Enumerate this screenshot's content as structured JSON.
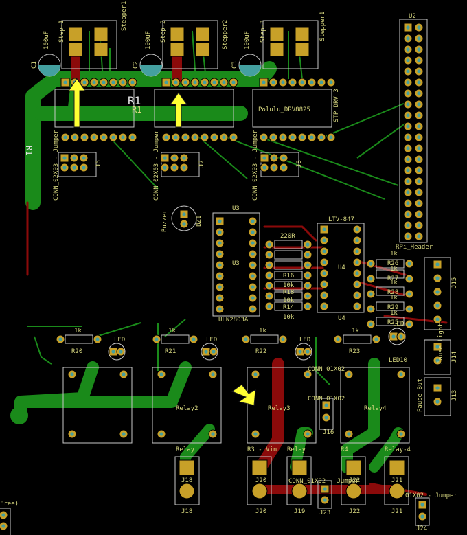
{
  "colors": {
    "background": "#000000",
    "trace_green": "#1a8a1a",
    "trace_red": "#8b0a0a",
    "silkscreen": "#d8d880",
    "outline": "#c8c8c8",
    "pad": "#c8a028",
    "via_hole": "#44a0a0",
    "arrow": "#ffff33"
  },
  "labels": {
    "c1": "C1",
    "c1_val": "100uF",
    "c2": "C2",
    "c2_val": "100uF",
    "c3": "C3",
    "c3_val": "100uF",
    "step1": "Step-1",
    "step2": "Step-2",
    "step3": "Step-3",
    "stepper1": "Stepper1",
    "stepper2": "Stepper2",
    "stepper3": "Stepper1",
    "r1_big": "R1",
    "r1_small": "R1",
    "r1_side": "R1",
    "polulu": "Polulu_DRV8825",
    "stp_drv3": "STP_DRV_3",
    "conn1": "CONN_02X03 - Jumper",
    "conn2": "CONN_02X03 - Jumper",
    "conn3": "CONN_02X03 - Jumper",
    "j6": "J6",
    "j7": "J7",
    "j8": "J8",
    "u2": "U2",
    "rpi": "RPi_Header",
    "buzzer": "Buzzer",
    "bz1": "BZ1",
    "u3_top": "U3",
    "u3_mid": "U3",
    "uln": "ULN2803A",
    "ltv": "LTV-847",
    "u4_mid": "U4",
    "u4_bot": "U4",
    "r_220": "220R",
    "r_10k_a": "10k",
    "r_10k_b": "10k",
    "r_10k_c": "10k",
    "r16": "R16",
    "r18": "R18",
    "r14": "R14",
    "r26": "R26",
    "r27": "R27",
    "r28": "R28",
    "r29": "R29",
    "r25": "R25",
    "k1a": "1k",
    "k1b": "1k",
    "k1c": "1k",
    "k1d": "1k",
    "k1e": "1k",
    "k1f": "1k",
    "k1g": "1k",
    "k1h": "1k",
    "k1i": "1k",
    "j15": "J15",
    "r20": "R20",
    "r21": "R21",
    "r22": "R22",
    "r23": "R23",
    "led_a": "LED",
    "led_b": "LED",
    "led_c": "LED",
    "led_d": "LED",
    "led10": "LED10",
    "relay2": "Relay2",
    "relay3": "Relay3",
    "relay4": "Relay4",
    "conn01x02_a": "CONN_01X02",
    "conn01x02_b": "CONN_01X02",
    "conn01x02_c": "CONN_01X02 - Jumper",
    "conn01x02_d": "01X02 - Jumper",
    "j16": "J16",
    "j14": "J14",
    "j13": "J13",
    "pause": "Pause Light",
    "pause_but": "Pause But",
    "relay_a": "Relay",
    "relay_b": "Relay",
    "relay_c": "Relay-4",
    "r3vin": "R3 - Vin",
    "r4": "R4",
    "j18a": "J18",
    "j18b": "J18",
    "j20a": "J20",
    "j20b": "J20",
    "j19": "J19",
    "j22a": "J22",
    "j22b": "J22",
    "j21a": "J21",
    "j21b": "J21",
    "j23": "J23",
    "j24": "J24",
    "free": "Free)"
  }
}
